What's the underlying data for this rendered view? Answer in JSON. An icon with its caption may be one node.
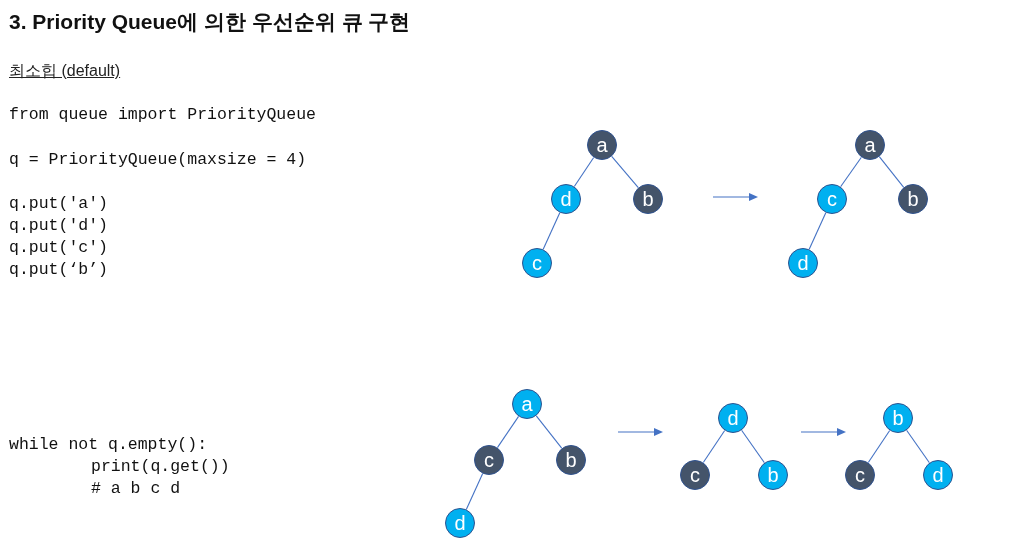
{
  "diagram": {
    "title": "3. Priority Queue에 의한 우선순위 큐 구현",
    "nodes": [
      {
        "text": [
          "a"
        ]
      },
      {
        "text": [
          "d"
        ]
      },
      {
        "text": [
          "b"
        ]
      },
      {
        "text": [
          "c"
        ]
      },
      {
        "text": [
          "a"
        ]
      },
      {
        "text": [
          "c"
        ]
      },
      {
        "text": [
          "b"
        ]
      },
      {
        "text": [
          "d"
        ]
      },
      {
        "text": [
          "a"
        ]
      },
      {
        "text": [
          "c"
        ]
      },
      {
        "text": [
          "b"
        ]
      },
      {
        "text": [
          "d"
        ]
      },
      {
        "text": [
          "d"
        ]
      },
      {
        "text": [
          "c"
        ]
      },
      {
        "text": [
          "b"
        ]
      },
      {
        "text": [
          "b"
        ]
      },
      {
        "text": [
          "c"
        ]
      },
      {
        "text": [
          "d"
        ]
      }
    ],
    "edges": [
      {
        "from": 0,
        "to": 1,
        "arrow": "none"
      },
      {
        "from": 0,
        "to": 2,
        "arrow": "none"
      },
      {
        "from": 1,
        "to": 3,
        "arrow": "none"
      },
      {
        "from": 4,
        "to": 5,
        "arrow": "none"
      },
      {
        "from": 4,
        "to": 6,
        "arrow": "none"
      },
      {
        "from": 5,
        "to": 7,
        "arrow": "none"
      },
      {
        "from": 8,
        "to": 9,
        "arrow": "none"
      },
      {
        "from": 8,
        "to": 10,
        "arrow": "none"
      },
      {
        "from": 9,
        "to": 11,
        "arrow": "none"
      },
      {
        "from": 12,
        "to": 13,
        "arrow": "none"
      },
      {
        "from": 12,
        "to": 14,
        "arrow": "none"
      },
      {
        "from": 15,
        "to": 16,
        "arrow": "none"
      },
      {
        "from": 15,
        "to": 17,
        "arrow": "none"
      }
    ],
    "labels": [
      "최소힙 (default)",
      "from queue import PriorityQueue",
      "q = PriorityQueue(maxsize = 4)",
      "q.put('a')",
      "q.put('d')",
      "q.put('c')",
      "q.put(‘b’)",
      "while not q.empty():",
      "print(q.get())",
      "# a b c d"
    ]
  }
}
